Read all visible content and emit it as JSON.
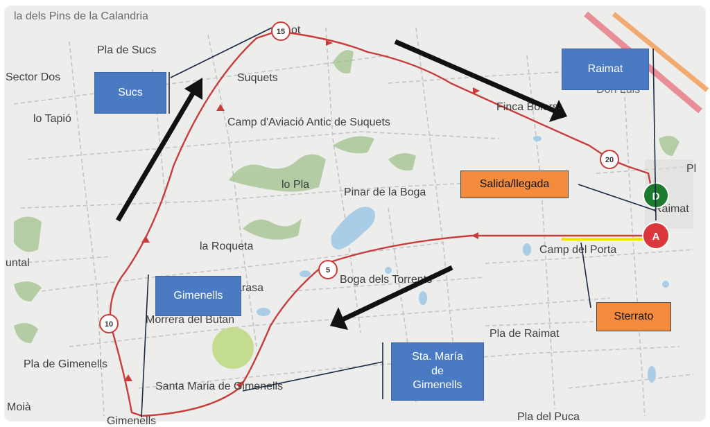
{
  "places": {
    "pins": "la dels Pins de la Calandria",
    "pla_sucs": "Pla de Sucs",
    "sector_dos": "Sector Dos",
    "lo_tapio": "lo Tapió",
    "suquets": "Suquets",
    "camp_aviacio": "Camp d'Aviació Antic de Suquets",
    "finca": "Finca Bolers",
    "don_luis": "Don Luis",
    "lo_pla": "lo Pla",
    "pinar": "Pinar de la Boga",
    "roqueta": "la Roqueta",
    "untal": "untal",
    "tarasa": "arasa",
    "morrera": "Morrera del Butan",
    "boga_torrents": "Boga dels Torrents",
    "camp_porta": "Camp del Porta",
    "raimat_town": "Raimat",
    "pla_raimat": "Pla de Raimat",
    "pla_gimenells": "Pla de Gimenells",
    "santa_maria": "Santa Maria de Gimenells",
    "moia": "Moià",
    "gimenells": "Gimenells",
    "pla_puca": "Pla del Puca",
    "pl": "Pl",
    "ot": "ot"
  },
  "km_markers": [
    "15",
    "20",
    "10",
    "5"
  ],
  "markers": {
    "start": "D",
    "end": "A"
  },
  "callouts": {
    "sucs": "Sucs",
    "raimat": "Raimat",
    "salida": "Salida/llegada",
    "gimenells": "Gimenells",
    "sterrato": "Sterrato",
    "sta_maria": [
      "Sta. María",
      "de",
      "Gimenells"
    ]
  },
  "colors": {
    "route": "#c83c3c",
    "callout_blue": "#4a7ac2",
    "callout_orange": "#f28c3c",
    "start_marker": "#1e7a2e",
    "end_marker": "#d9373b",
    "unpaved_highlight": "#f2e600"
  }
}
